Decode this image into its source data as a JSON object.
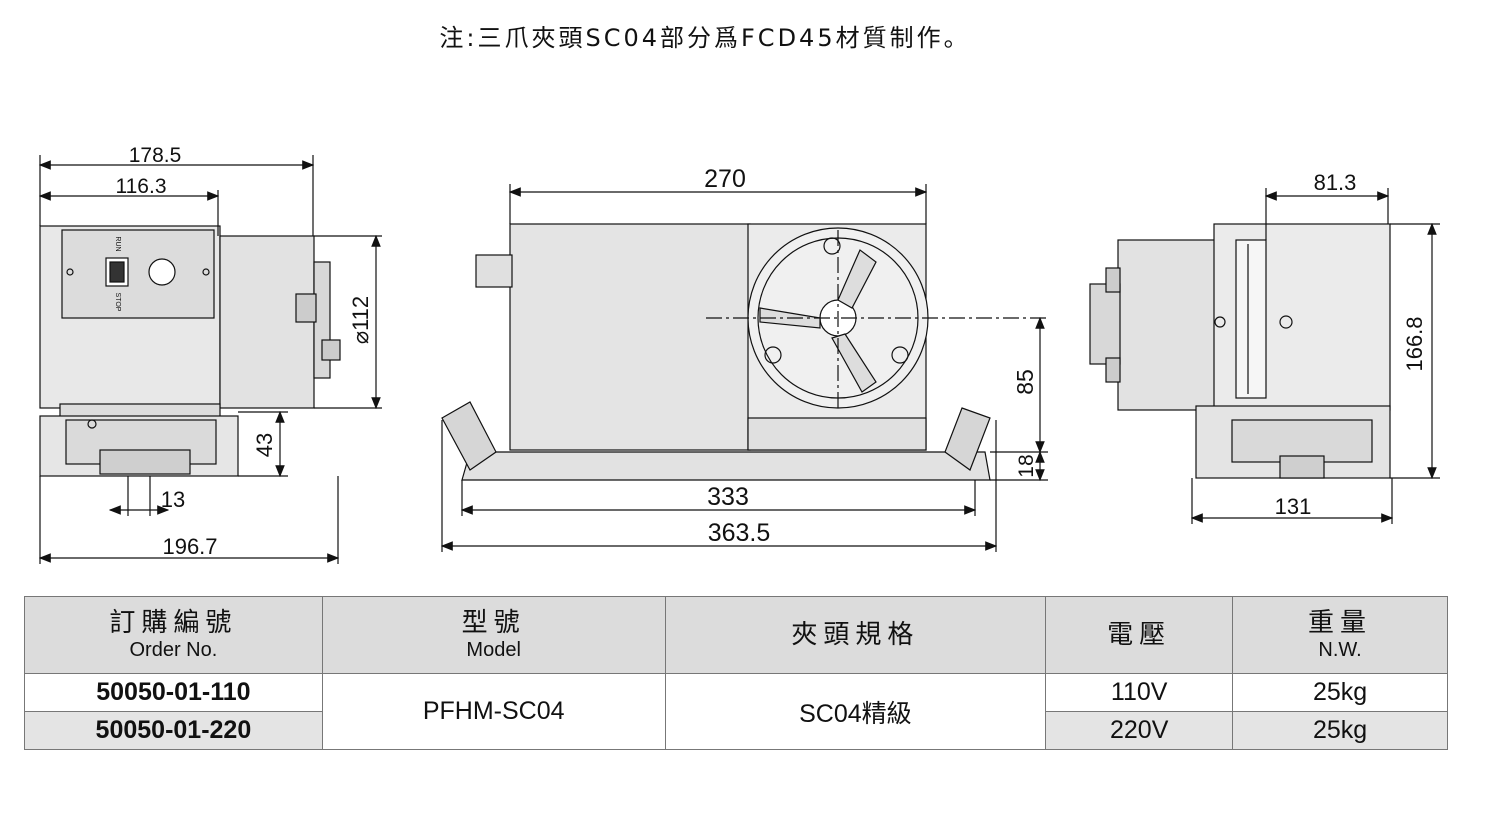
{
  "note": "注:三爪夾頭SC04部分爲FCD45材質制作。",
  "dimensions": {
    "left_view": {
      "d1": "178.5",
      "d2": "116.3",
      "d3": "⌀112",
      "d4": "43",
      "d5": "13",
      "d6": "196.7"
    },
    "front_view": {
      "d1": "270",
      "d2": "85",
      "d3": "18",
      "d4": "333",
      "d5": "363.5"
    },
    "right_view": {
      "d1": "81.3",
      "d2": "166.8",
      "d3": "131"
    },
    "switch_labels": {
      "run": "RUN",
      "stop": "STOP"
    }
  },
  "table": {
    "headers": [
      {
        "cn": "訂購編號",
        "en": "Order No."
      },
      {
        "cn": "型號",
        "en": "Model"
      },
      {
        "cn": "夾頭規格",
        "en": ""
      },
      {
        "cn": "電壓",
        "en": ""
      },
      {
        "cn": "重量",
        "en": "N.W."
      }
    ],
    "model": "PFHM-SC04",
    "chuck": "SC04精級",
    "rows": [
      {
        "order": "50050-01-110",
        "voltage": "110V",
        "weight": "25kg"
      },
      {
        "order": "50050-01-220",
        "voltage": "220V",
        "weight": "25kg"
      }
    ]
  }
}
